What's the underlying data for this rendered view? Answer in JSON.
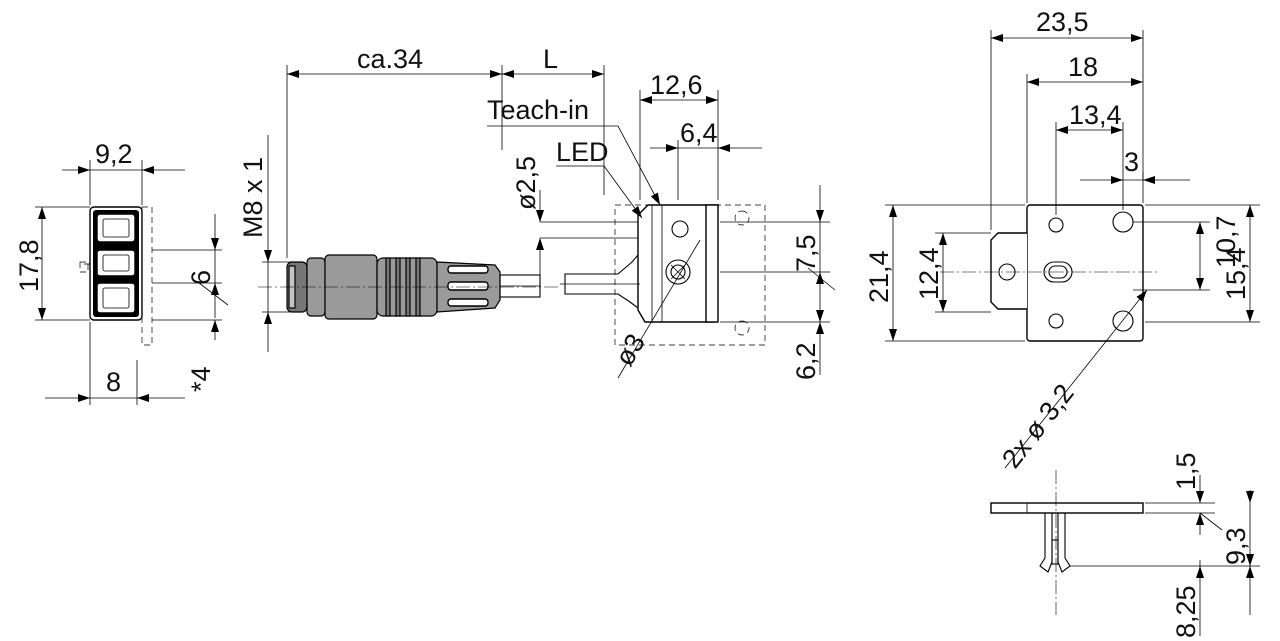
{
  "labels": {
    "front_width": "9,2",
    "front_height": "17,8",
    "front_pitch": "6",
    "front_offset": "*4",
    "front_depth": "8",
    "cable_length": "ca.34",
    "housing_length": "L",
    "connector_thread": "M8 x 1",
    "cable_dia": "ø2,5",
    "teach_in": "Teach-in",
    "led": "LED",
    "side_width": "12,6",
    "side_hole_offset": "6,4",
    "lens_dia": "ø3",
    "side_upper": "7,5",
    "side_lower": "6,2",
    "bracket_width": "23,5",
    "bracket_18": "18",
    "bracket_13_4": "13,4",
    "bracket_3": "3",
    "bracket_height": "21,4",
    "bracket_12_4": "12,4",
    "bracket_10_7": "10,7",
    "bracket_15_4": "15,4",
    "bracket_holes": "2x ø 3,2",
    "plate_thickness": "1,5",
    "plate_9_3": "9,3",
    "plate_8_25": "8,25"
  }
}
